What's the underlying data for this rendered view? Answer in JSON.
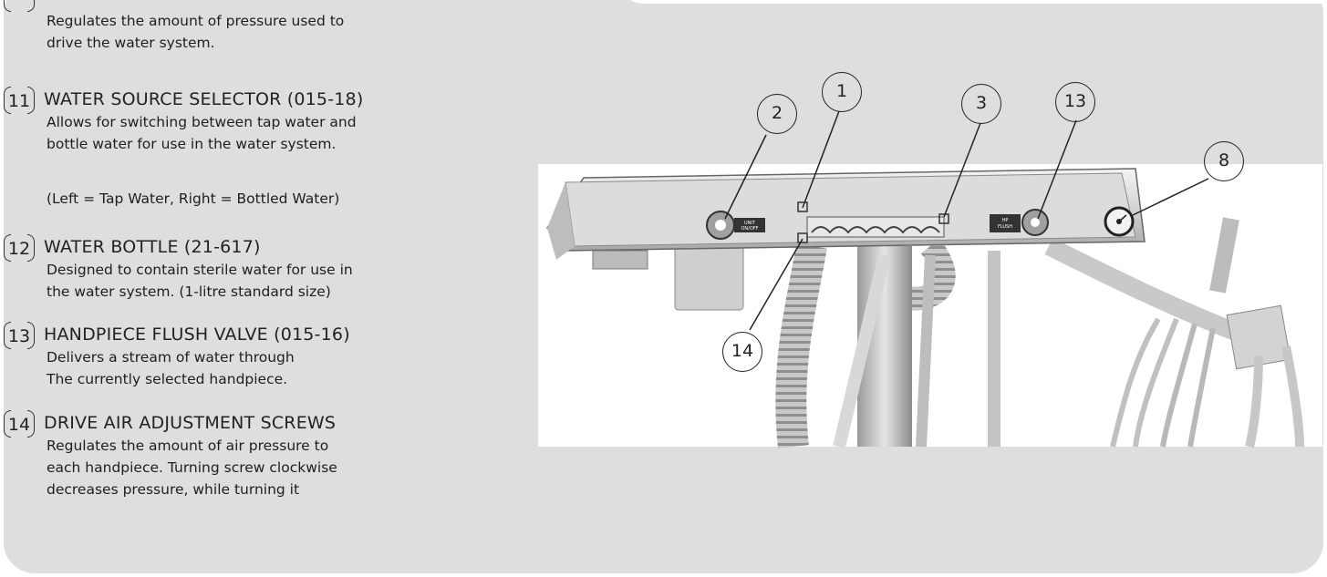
{
  "left_column": {
    "partial_top_body": [
      "Regulates the amount of pressure used to",
      "drive the water system."
    ],
    "items": [
      {
        "number": "11",
        "title": "WATER SOURCE SELECTOR (015-18)",
        "body": [
          "Allows for switching between tap water and",
          "bottle water for use in the water system.",
          "",
          "(Left = Tap Water, Right = Bottled Water)"
        ]
      },
      {
        "number": "12",
        "title": "WATER BOTTLE (21-617)",
        "body": [
          "Designed to contain sterile water for use in",
          "the water system.  (1-litre standard size)"
        ]
      },
      {
        "number": "13",
        "title": "HANDPIECE FLUSH VALVE (015-16)",
        "body": [
          "Delivers a stream of water through",
          "The currently selected handpiece."
        ]
      },
      {
        "number": "14",
        "title": "DRIVE AIR ADJUSTMENT SCREWS",
        "body": [
          "Regulates the amount of air pressure to",
          "each handpiece. Turning screw clockwise",
          "decreases pressure, while turning it"
        ]
      }
    ]
  },
  "diagram": {
    "callouts": [
      "2",
      "1",
      "3",
      "13",
      "8",
      "14"
    ],
    "panel_labels": {
      "unit_switch": [
        "UNIT",
        "ON/OFF"
      ],
      "flush_switch": [
        "HP",
        "FLUSH"
      ]
    }
  }
}
